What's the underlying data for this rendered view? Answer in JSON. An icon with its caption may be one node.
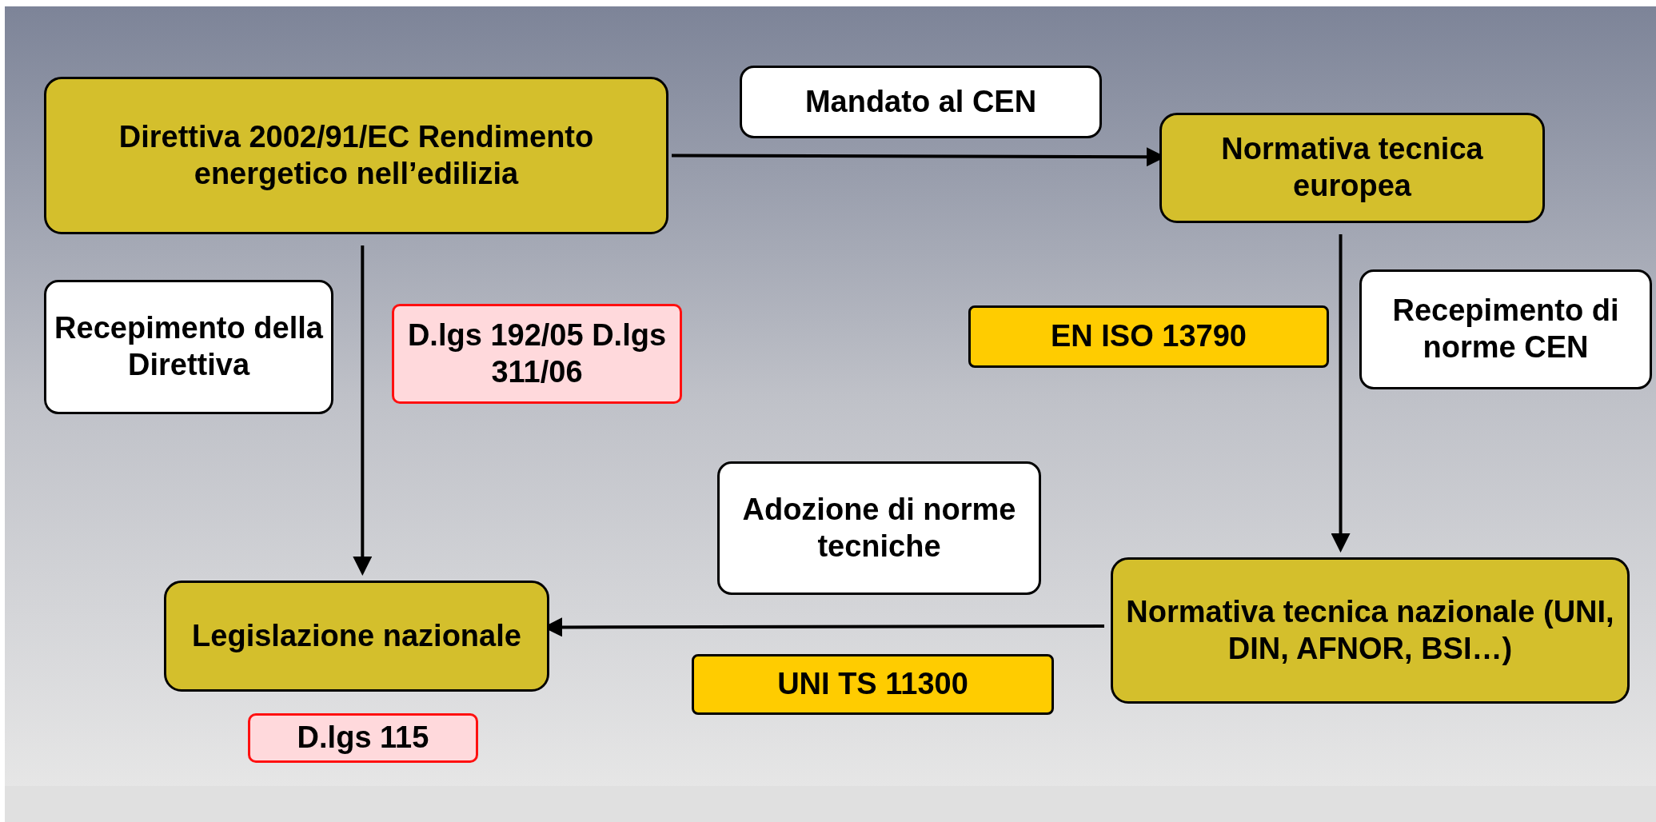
{
  "diagram": {
    "nodes": [
      {
        "text": [
          "Direttiva 2002/91/EC Rendimento energetico nell’edilizia"
        ]
      },
      {
        "text": [
          "Mandato al CEN"
        ]
      },
      {
        "text": [
          "Normativa tecnica europea"
        ]
      },
      {
        "text": [
          "Recepimento della Direttiva"
        ]
      },
      {
        "text": [
          "D.lgs 192/05 D.lgs 311/06"
        ]
      },
      {
        "text": [
          "EN ISO 13790"
        ]
      },
      {
        "text": [
          "Recepimento di norme CEN"
        ]
      },
      {
        "text": [
          "Adozione di norme tecniche"
        ]
      },
      {
        "text": [
          "Normativa tecnica nazionale (UNI, DIN, AFNOR, BSI…)"
        ]
      },
      {
        "text": [
          "Legislazione nazionale"
        ]
      },
      {
        "text": [
          "UNI TS 11300"
        ]
      },
      {
        "text": [
          "D.lgs 115"
        ]
      }
    ],
    "edges": [
      {
        "from": 0,
        "to": 2,
        "arrow": "to"
      },
      {
        "from": 0,
        "to": 9,
        "arrow": "to"
      },
      {
        "from": 2,
        "to": 8,
        "arrow": "to"
      },
      {
        "from": 8,
        "to": 9,
        "arrow": "to"
      }
    ]
  }
}
